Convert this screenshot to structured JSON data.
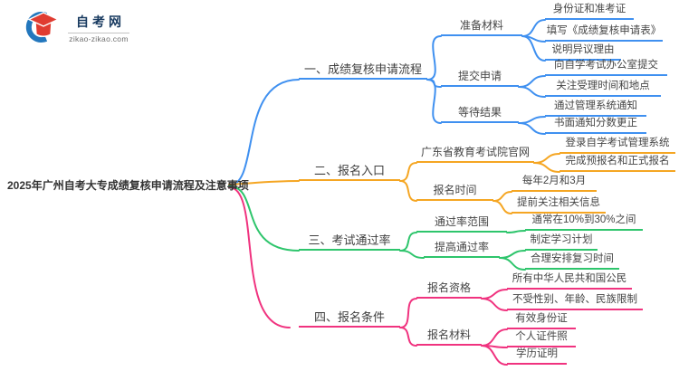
{
  "logo": {
    "title": "自考网",
    "domain": "zikao-zikao.com"
  },
  "root": {
    "label": "2025年广州自考大专成绩复核申请流程及注意事项"
  },
  "palette": {
    "branch1": "#3f90f0",
    "branch2": "#f5a623",
    "branch3": "#2ec56c",
    "branch4": "#f0337f"
  },
  "branches": [
    {
      "label": "一、成绩复核申请流程",
      "color": "#3f90f0",
      "children": [
        {
          "label": "准备材料",
          "leaves": [
            "身份证和准考证",
            "填写《成绩复核申请表》",
            "说明异议理由"
          ]
        },
        {
          "label": "提交申请",
          "leaves": [
            "向自学考试办公室提交",
            "关注受理时间和地点"
          ]
        },
        {
          "label": "等待结果",
          "leaves": [
            "通过管理系统通知",
            "书面通知分数更正"
          ]
        }
      ]
    },
    {
      "label": "二、报名入口",
      "color": "#f5a623",
      "children": [
        {
          "label": "广东省教育考试院官网",
          "leaves": [
            "登录自学考试管理系统",
            "完成预报名和正式报名"
          ]
        },
        {
          "label": "报名时间",
          "leaves": [
            "每年2月和3月",
            "提前关注相关信息"
          ]
        }
      ]
    },
    {
      "label": "三、考试通过率",
      "color": "#2ec56c",
      "children": [
        {
          "label": "通过率范围",
          "leaves": [
            "通常在10%到30%之间"
          ]
        },
        {
          "label": "提高通过率",
          "leaves": [
            "制定学习计划",
            "合理安排复习时间"
          ]
        }
      ]
    },
    {
      "label": "四、报名条件",
      "color": "#f0337f",
      "children": [
        {
          "label": "报名资格",
          "leaves": [
            "所有中华人民共和国公民",
            "不受性别、年龄、民族限制"
          ]
        },
        {
          "label": "报名材料",
          "leaves": [
            "有效身份证",
            "个人证件照",
            "学历证明"
          ]
        }
      ]
    }
  ]
}
